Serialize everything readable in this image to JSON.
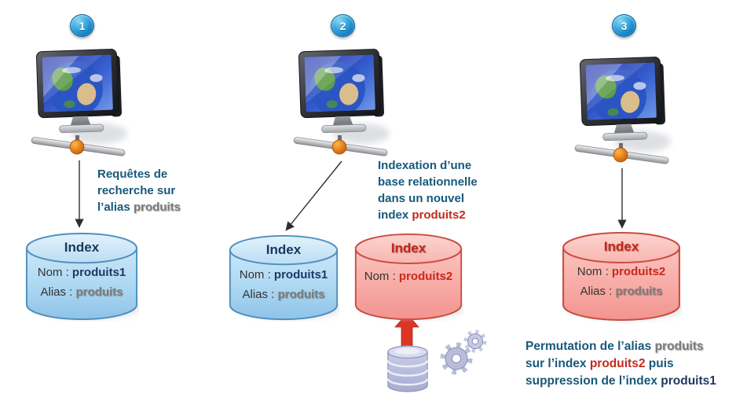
{
  "palette": {
    "caption_text": "#17587C",
    "value_navy": "#1F3864",
    "value_gray": "#7C7C7C",
    "value_red": "#C8281C",
    "badge_blue": "#0F7CC0",
    "blue_cylinder_stroke": "#4E8FBF",
    "red_cylinder_stroke": "#C94C41",
    "reindex_arrow_red": "#DB3524"
  },
  "sections": [
    {
      "badge": "1",
      "monitor_icon": "computer-globe-monitor",
      "caption": {
        "line1": "Requêtes de",
        "line2": "recherche sur",
        "line3_pre": "l’alias ",
        "line3_em": "produits"
      },
      "cylinder": {
        "title": "Index",
        "nom_label": "Nom :",
        "nom_value": "produits1",
        "alias_label": "Alias :",
        "alias_value": "produits"
      }
    },
    {
      "badge": "2",
      "monitor_icon": "computer-globe-monitor",
      "caption": {
        "line1": "Indexation d’une",
        "line2": "base relationnelle",
        "line3": "dans un nouvel",
        "line4_pre": "index ",
        "line4_em": "produits2"
      },
      "cylinder_blue": {
        "title": "Index",
        "nom_label": "Nom :",
        "nom_value": "produits1",
        "alias_label": "Alias :",
        "alias_value": "produits"
      },
      "cylinder_red": {
        "title": "Index",
        "nom_label": "Nom :",
        "nom_value": "produits2"
      },
      "database_icon": "database-stack",
      "gears_icon": "gears"
    },
    {
      "badge": "3",
      "monitor_icon": "computer-globe-monitor",
      "cylinder": {
        "title": "Index",
        "nom_label": "Nom :",
        "nom_value": "produits2",
        "alias_label": "Alias :",
        "alias_value": "produits"
      },
      "caption": {
        "line1_pre": "Permutation de l’alias ",
        "line1_em": "produits",
        "line2_pre": "sur l’index ",
        "line2_em": "produits2",
        "line2_post": " puis",
        "line3_pre": "suppression de l’index ",
        "line3_em": "produits1"
      }
    }
  ]
}
